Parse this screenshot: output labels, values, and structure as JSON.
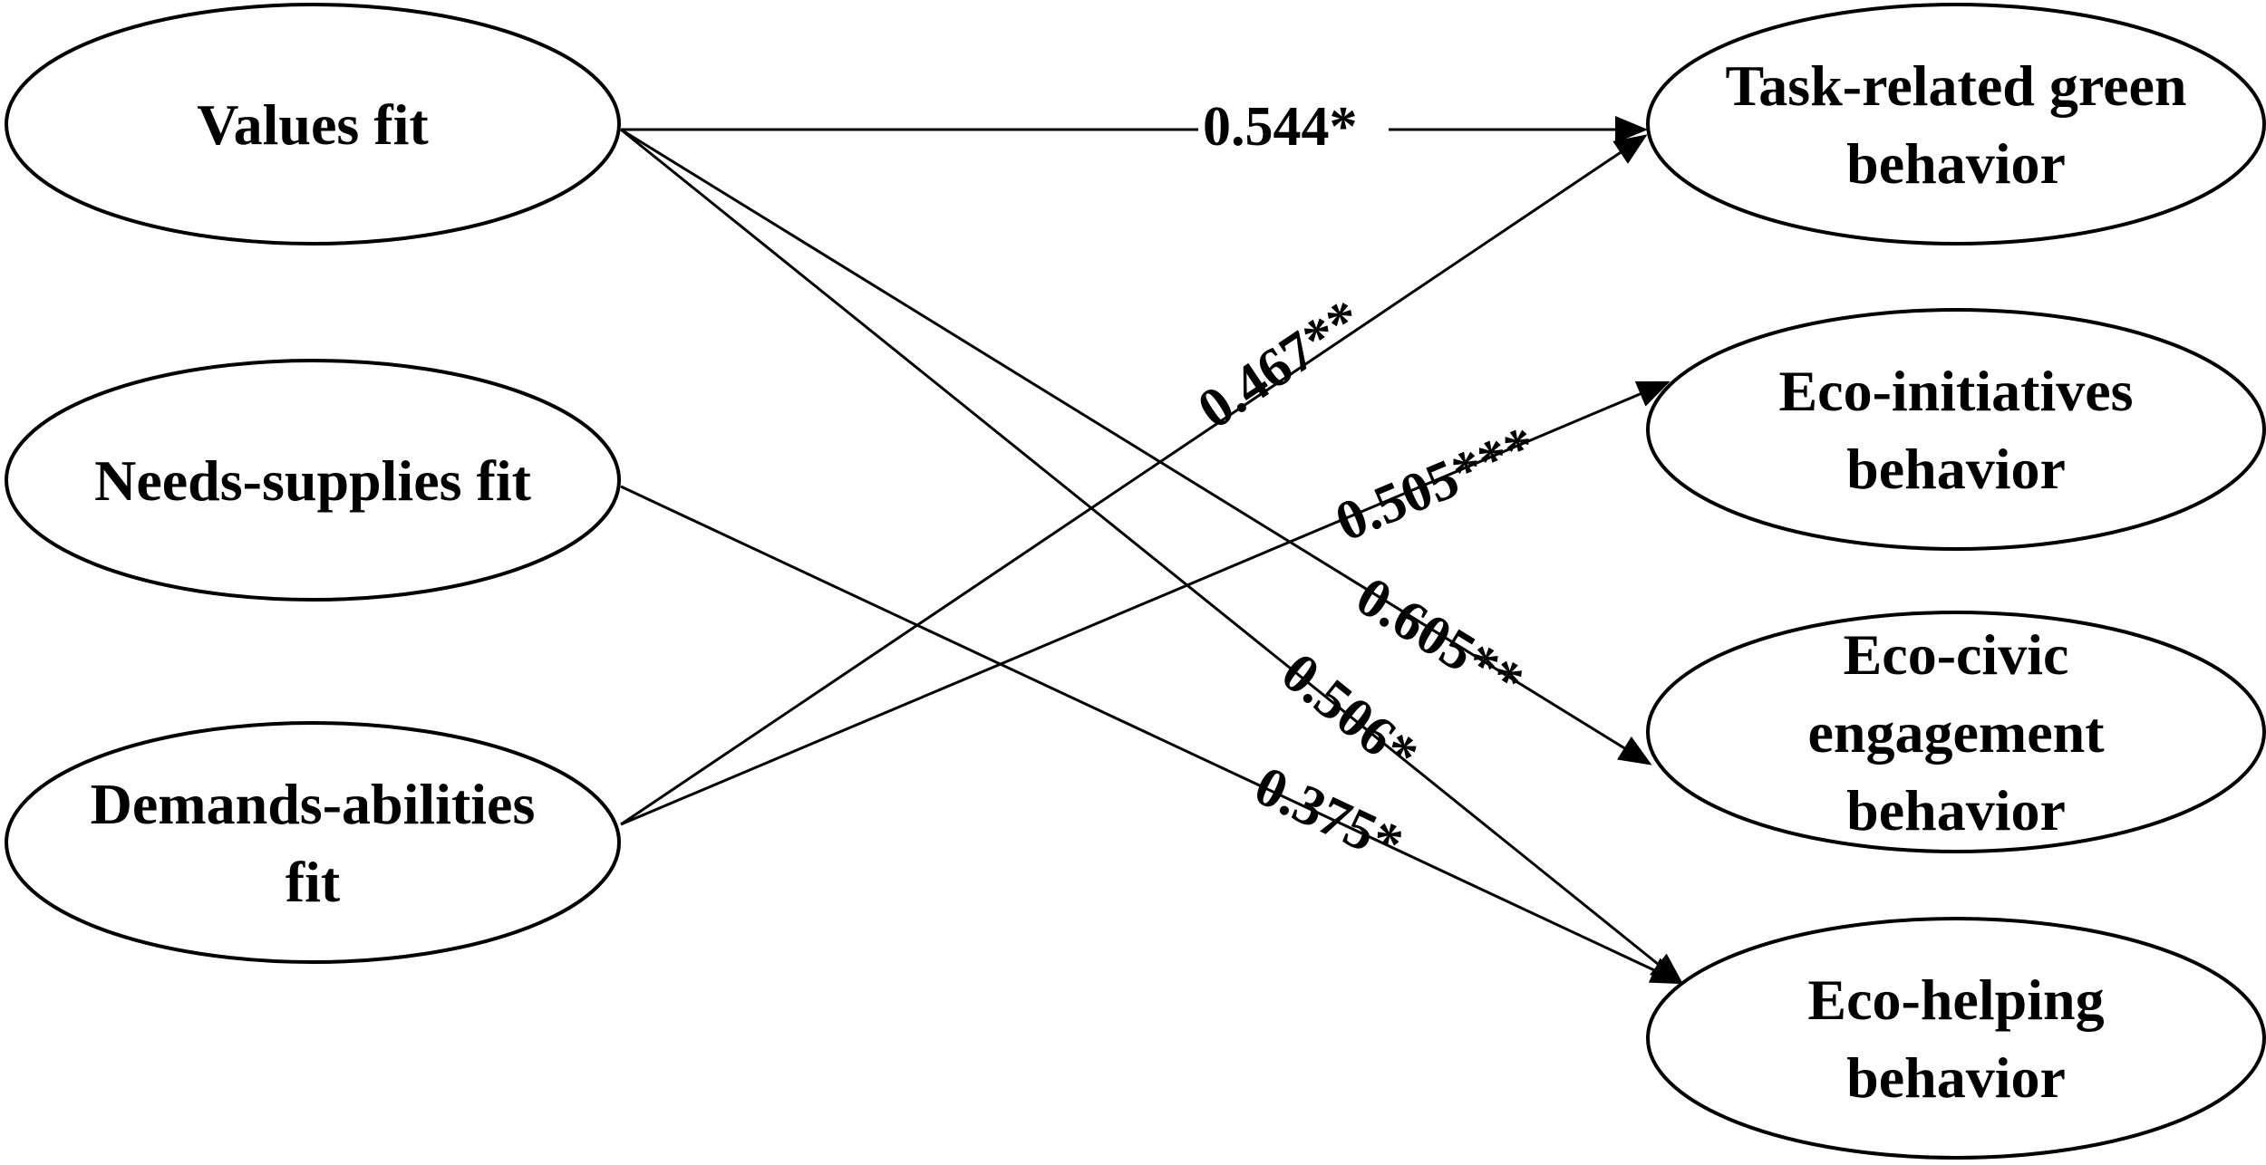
{
  "nodes": {
    "values_fit": {
      "lines": [
        "Values fit"
      ]
    },
    "needs_supplies_fit": {
      "lines": [
        "Needs-supplies fit"
      ]
    },
    "demands_abilities_fit": {
      "lines": [
        "Demands-abilities",
        "fit"
      ]
    },
    "task_related": {
      "lines": [
        "Task-related green",
        "behavior"
      ]
    },
    "eco_initiatives": {
      "lines": [
        "Eco-initiatives",
        "behavior"
      ]
    },
    "eco_civic": {
      "lines": [
        "Eco-civic",
        "engagement",
        "behavior"
      ]
    },
    "eco_helping": {
      "lines": [
        "Eco-helping",
        "behavior"
      ]
    }
  },
  "paths": [
    {
      "id": "p1",
      "from": "values_fit",
      "to": "task_related",
      "coefficient": "0.544*"
    },
    {
      "id": "p2",
      "from": "demands_abilities_fit",
      "to": "task_related",
      "coefficient": "0.467**"
    },
    {
      "id": "p3",
      "from": "demands_abilities_fit",
      "to": "eco_initiatives",
      "coefficient": "0.505***"
    },
    {
      "id": "p4",
      "from": "values_fit",
      "to": "eco_civic",
      "coefficient": "0.605**"
    },
    {
      "id": "p5",
      "from": "values_fit",
      "to": "eco_helping",
      "coefficient": "0.506*"
    },
    {
      "id": "p6",
      "from": "needs_supplies_fit",
      "to": "eco_helping",
      "coefficient": "0.375*"
    }
  ]
}
